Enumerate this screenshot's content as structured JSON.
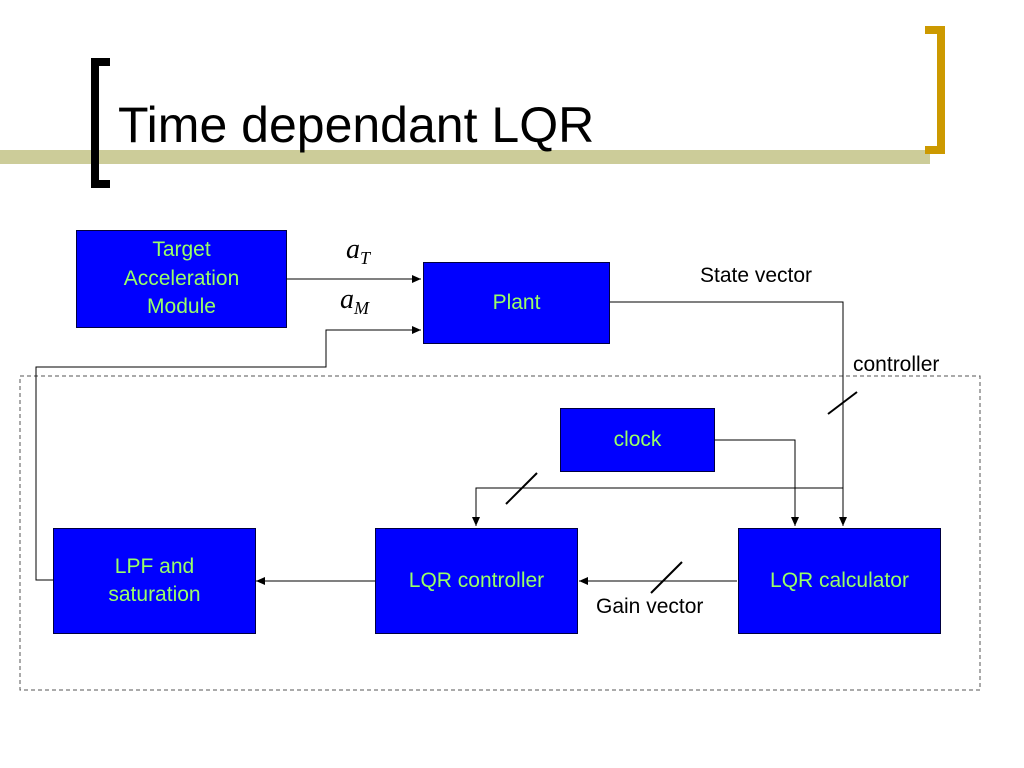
{
  "slide": {
    "title": "Time dependant LQR"
  },
  "colors": {
    "block_fill": "#0000ff",
    "block_text": "#99ff66",
    "bracket_right": "#cc9900",
    "title_bar": "#cccc99"
  },
  "blocks": {
    "target": {
      "line1": "Target",
      "line2": "Acceleration",
      "line3": "Module"
    },
    "plant": {
      "label": "Plant"
    },
    "clock": {
      "label": "clock"
    },
    "lpf": {
      "line1": "LPF and",
      "line2": "saturation"
    },
    "lqr_controller": {
      "label": "LQR controller"
    },
    "lqr_calculator": {
      "label": "LQR calculator"
    }
  },
  "labels": {
    "state_vector": "State vector",
    "controller": "controller",
    "gain_vector": "Gain vector"
  },
  "signals": {
    "aT": {
      "base": "a",
      "sub": "T"
    },
    "aM": {
      "base": "a",
      "sub": "M"
    }
  }
}
